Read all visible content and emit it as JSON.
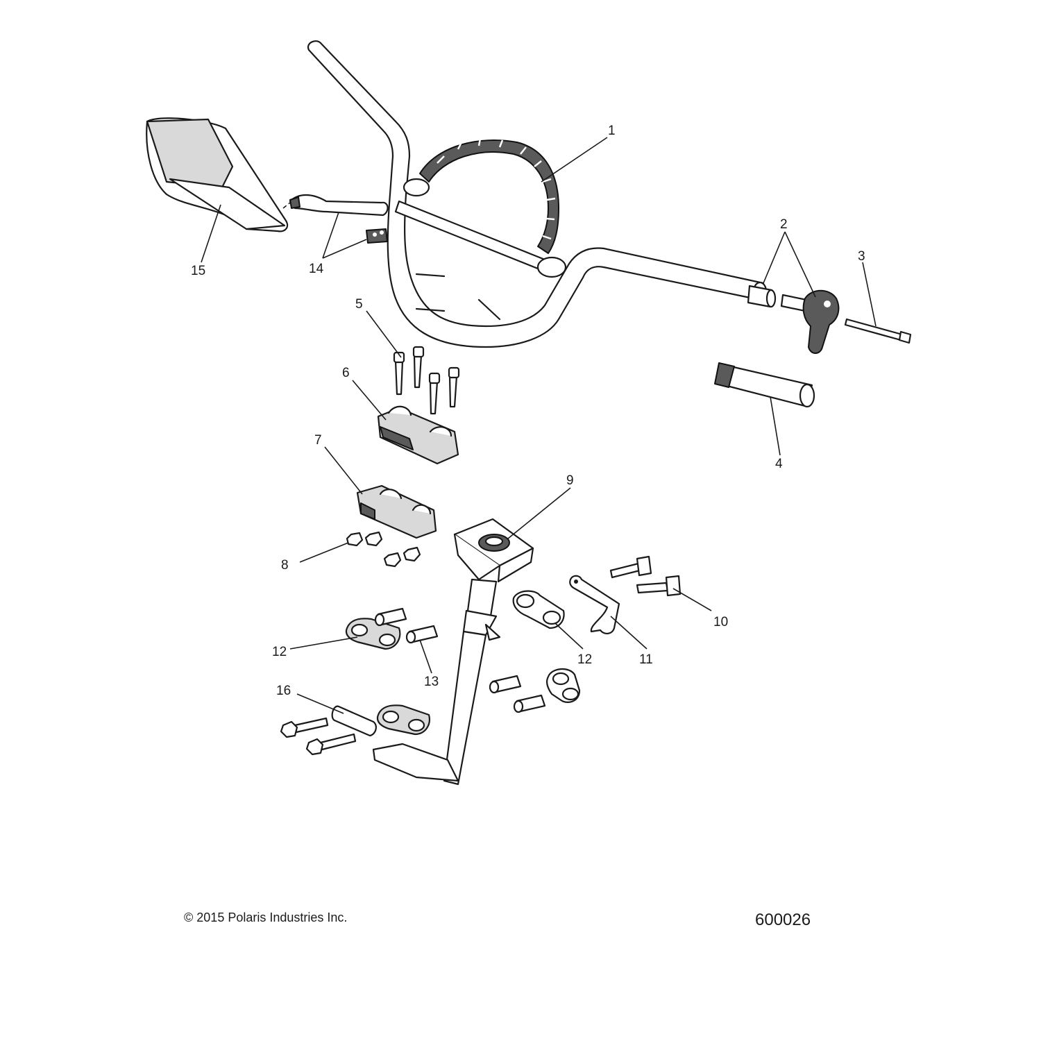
{
  "diagram": {
    "callouts": [
      {
        "id": "1",
        "label": "1"
      },
      {
        "id": "2",
        "label": "2"
      },
      {
        "id": "3",
        "label": "3"
      },
      {
        "id": "4",
        "label": "4"
      },
      {
        "id": "5",
        "label": "5"
      },
      {
        "id": "6",
        "label": "6"
      },
      {
        "id": "7",
        "label": "7"
      },
      {
        "id": "8",
        "label": "8"
      },
      {
        "id": "9",
        "label": "9"
      },
      {
        "id": "10",
        "label": "10"
      },
      {
        "id": "11",
        "label": "11"
      },
      {
        "id": "12a",
        "label": "12"
      },
      {
        "id": "12b",
        "label": "12"
      },
      {
        "id": "13",
        "label": "13"
      },
      {
        "id": "14",
        "label": "14"
      },
      {
        "id": "15",
        "label": "15"
      },
      {
        "id": "16",
        "label": "16"
      }
    ]
  },
  "footer": {
    "copyright": "2015 Polaris Industries Inc.",
    "copyright_symbol": "©",
    "figure_number": "600026"
  }
}
